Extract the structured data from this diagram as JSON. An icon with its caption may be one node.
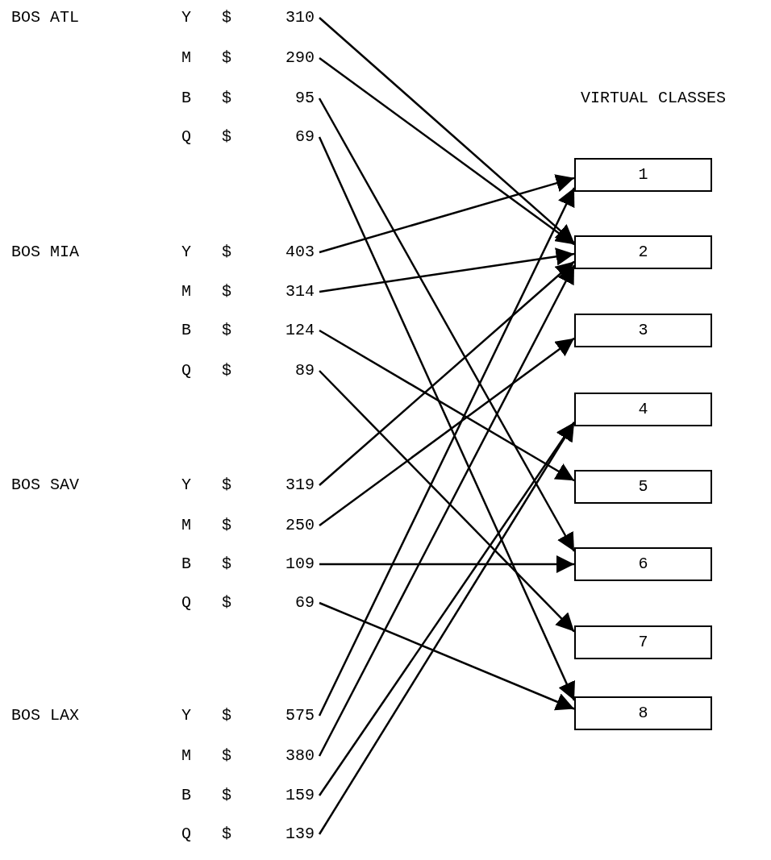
{
  "diagram": {
    "nodes": [
      {
        "text": [
          "Y",
          "$",
          "310"
        ]
      },
      {
        "text": [
          "M",
          "$",
          "290"
        ]
      },
      {
        "text": [
          "B",
          "$",
          "95"
        ]
      },
      {
        "text": [
          "Q",
          "$",
          "69"
        ]
      },
      {
        "text": [
          "Y",
          "$",
          "403"
        ]
      },
      {
        "text": [
          "M",
          "$",
          "314"
        ]
      },
      {
        "text": [
          "B",
          "$",
          "124"
        ]
      },
      {
        "text": [
          "Q",
          "$",
          "89"
        ]
      },
      {
        "text": [
          "Y",
          "$",
          "319"
        ]
      },
      {
        "text": [
          "M",
          "$",
          "250"
        ]
      },
      {
        "text": [
          "B",
          "$",
          "109"
        ]
      },
      {
        "text": [
          "Q",
          "$",
          "69"
        ]
      },
      {
        "text": [
          "Y",
          "$",
          "575"
        ]
      },
      {
        "text": [
          "M",
          "$",
          "380"
        ]
      },
      {
        "text": [
          "B",
          "$",
          "159"
        ]
      },
      {
        "text": [
          "Q",
          "$",
          "139"
        ]
      },
      {
        "text": [
          "1"
        ]
      },
      {
        "text": [
          "2"
        ]
      },
      {
        "text": [
          "3"
        ]
      },
      {
        "text": [
          "4"
        ]
      },
      {
        "text": [
          "5"
        ]
      },
      {
        "text": [
          "6"
        ]
      },
      {
        "text": [
          "7"
        ]
      },
      {
        "text": [
          "8"
        ]
      }
    ],
    "edges": [
      {
        "from": 0,
        "to": 17,
        "arrow": "to"
      },
      {
        "from": 1,
        "to": 17,
        "arrow": "to"
      },
      {
        "from": 2,
        "to": 21,
        "arrow": "to"
      },
      {
        "from": 3,
        "to": 23,
        "arrow": "to"
      },
      {
        "from": 4,
        "to": 16,
        "arrow": "to"
      },
      {
        "from": 5,
        "to": 17,
        "arrow": "to"
      },
      {
        "from": 6,
        "to": 20,
        "arrow": "to"
      },
      {
        "from": 7,
        "to": 22,
        "arrow": "to"
      },
      {
        "from": 8,
        "to": 17,
        "arrow": "to"
      },
      {
        "from": 9,
        "to": 18,
        "arrow": "to"
      },
      {
        "from": 10,
        "to": 21,
        "arrow": "to"
      },
      {
        "from": 11,
        "to": 23,
        "arrow": "to"
      },
      {
        "from": 12,
        "to": 16,
        "arrow": "to"
      },
      {
        "from": 13,
        "to": 17,
        "arrow": "to"
      },
      {
        "from": 14,
        "to": 19,
        "arrow": "to"
      },
      {
        "from": 15,
        "to": 19,
        "arrow": "to"
      }
    ],
    "labels": [
      "BOS ATL",
      "BOS MIA",
      "BOS SAV",
      "BOS LAX",
      "VIRTUAL CLASSES"
    ]
  }
}
